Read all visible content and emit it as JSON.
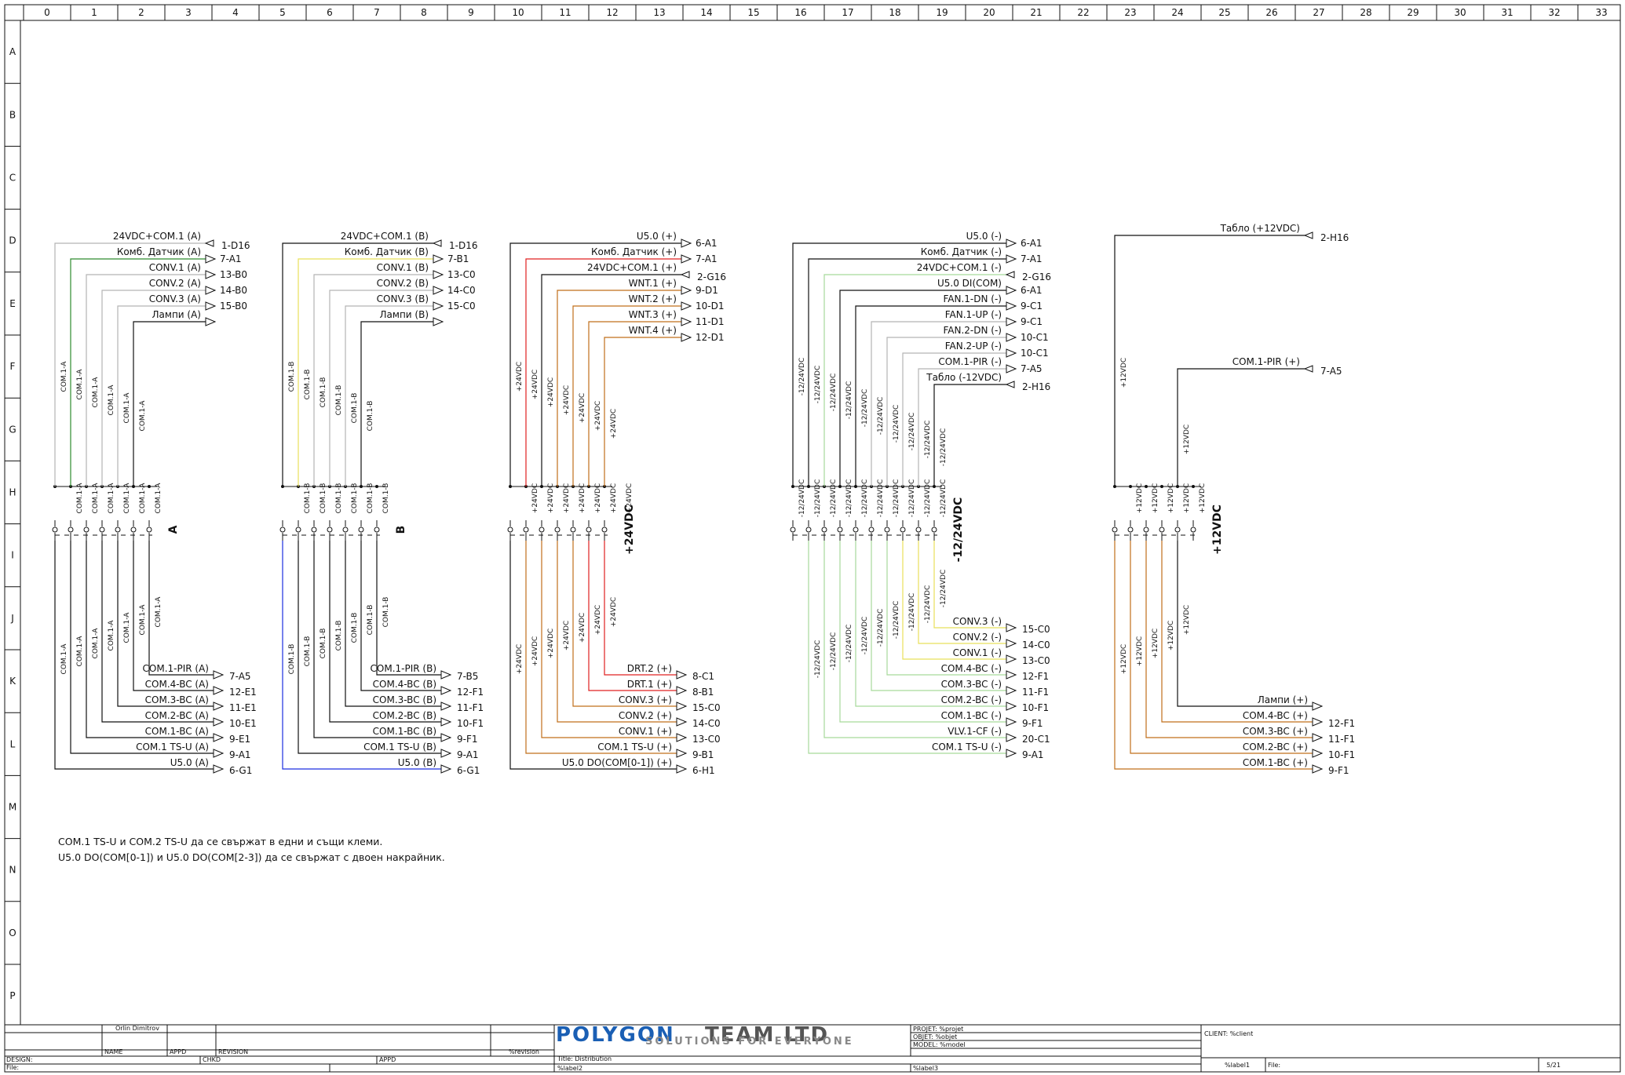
{
  "frame": {
    "columns": [
      "0",
      "1",
      "2",
      "3",
      "4",
      "5",
      "6",
      "7",
      "8",
      "9",
      "10",
      "11",
      "12",
      "13",
      "14",
      "15",
      "16",
      "17",
      "18",
      "19",
      "20",
      "21",
      "22",
      "23",
      "24",
      "25",
      "26",
      "27",
      "28",
      "29",
      "30",
      "31",
      "32",
      "33"
    ],
    "rows": [
      "A",
      "B",
      "C",
      "D",
      "E",
      "F",
      "G",
      "H",
      "I",
      "J",
      "K",
      "L",
      "M",
      "N",
      "O",
      "P"
    ]
  },
  "colors": {
    "black": "#111111",
    "gray": "#b4b4b4",
    "green": "#2e8b2e",
    "lightgreen": "#a6d99b",
    "yellow": "#e8e05a",
    "blue": "#1c2ee0",
    "red": "#e02020",
    "orange": "#c06f1a"
  },
  "groups": [
    {
      "id": "A",
      "label": "A",
      "wire_label": "COM.1-A",
      "top": [
        {
          "text": "24VDC+COM.1 (A)",
          "ref": "1-D16",
          "color": "gray",
          "dir": "in"
        },
        {
          "text": "Комб. Датчик (A)",
          "ref": "7-A1",
          "color": "green",
          "dir": "out"
        },
        {
          "text": "CONV.1 (A)",
          "ref": "13-B0",
          "color": "gray",
          "dir": "out"
        },
        {
          "text": "CONV.2 (A)",
          "ref": "14-B0",
          "color": "gray",
          "dir": "out"
        },
        {
          "text": "CONV.3 (A)",
          "ref": "15-B0",
          "color": "gray",
          "dir": "out"
        },
        {
          "text": "Лампи (A)",
          "ref": "",
          "color": "black",
          "dir": "out"
        }
      ],
      "bottom": [
        {
          "text": "COM.1-PIR (A)",
          "ref": "7-A5",
          "color": "black",
          "dir": "out"
        },
        {
          "text": "COM.4-BC (A)",
          "ref": "12-E1",
          "color": "black",
          "dir": "out"
        },
        {
          "text": "COM.3-BC (A)",
          "ref": "11-E1",
          "color": "black",
          "dir": "out"
        },
        {
          "text": "COM.2-BC (A)",
          "ref": "10-E1",
          "color": "black",
          "dir": "out"
        },
        {
          "text": "COM.1-BC (A)",
          "ref": "9-E1",
          "color": "black",
          "dir": "out"
        },
        {
          "text": "COM.1 TS-U (A)",
          "ref": "9-A1",
          "color": "black",
          "dir": "out"
        },
        {
          "text": "U5.0 (A)",
          "ref": "6-G1",
          "color": "black",
          "dir": "out"
        }
      ]
    },
    {
      "id": "B",
      "label": "B",
      "wire_label": "COM.1-B",
      "top": [
        {
          "text": "24VDC+COM.1 (B)",
          "ref": "1-D16",
          "color": "black",
          "dir": "in"
        },
        {
          "text": "Комб. Датчик (B)",
          "ref": "7-B1",
          "color": "yellow",
          "dir": "out"
        },
        {
          "text": "CONV.1 (B)",
          "ref": "13-C0",
          "color": "gray",
          "dir": "out"
        },
        {
          "text": "CONV.2 (B)",
          "ref": "14-C0",
          "color": "gray",
          "dir": "out"
        },
        {
          "text": "CONV.3 (B)",
          "ref": "15-C0",
          "color": "gray",
          "dir": "out"
        },
        {
          "text": "Лампи (B)",
          "ref": "",
          "color": "black",
          "dir": "out"
        }
      ],
      "bottom": [
        {
          "text": "COM.1-PIR (B)",
          "ref": "7-B5",
          "color": "black",
          "dir": "out"
        },
        {
          "text": "COM.4-BC (B)",
          "ref": "12-F1",
          "color": "black",
          "dir": "out"
        },
        {
          "text": "COM.3-BC (B)",
          "ref": "11-F1",
          "color": "black",
          "dir": "out"
        },
        {
          "text": "COM.2-BC (B)",
          "ref": "10-F1",
          "color": "black",
          "dir": "out"
        },
        {
          "text": "COM.1-BC (B)",
          "ref": "9-F1",
          "color": "black",
          "dir": "out"
        },
        {
          "text": "COM.1 TS-U (B)",
          "ref": "9-A1",
          "color": "black",
          "dir": "out"
        },
        {
          "text": "U5.0 (B)",
          "ref": "6-G1",
          "color": "blue",
          "dir": "out"
        }
      ]
    },
    {
      "id": "P24",
      "label": "+24VDC",
      "wire_label": "+24VDC",
      "top": [
        {
          "text": "U5.0 (+)",
          "ref": "6-A1",
          "color": "black",
          "dir": "out"
        },
        {
          "text": "Комб. Датчик (+)",
          "ref": "7-A1",
          "color": "red",
          "dir": "out"
        },
        {
          "text": "24VDC+COM.1 (+)",
          "ref": "2-G16",
          "color": "black",
          "dir": "in"
        },
        {
          "text": "WNT.1 (+)",
          "ref": "9-D1",
          "color": "orange",
          "dir": "out"
        },
        {
          "text": "WNT.2 (+)",
          "ref": "10-D1",
          "color": "orange",
          "dir": "out"
        },
        {
          "text": "WNT.3 (+)",
          "ref": "11-D1",
          "color": "orange",
          "dir": "out"
        },
        {
          "text": "WNT.4 (+)",
          "ref": "12-D1",
          "color": "orange",
          "dir": "out"
        }
      ],
      "bottom": [
        {
          "text": "DRT.2 (+)",
          "ref": "8-C1",
          "color": "red",
          "dir": "out"
        },
        {
          "text": "DRT.1 (+)",
          "ref": "8-B1",
          "color": "red",
          "dir": "out"
        },
        {
          "text": "CONV.3 (+)",
          "ref": "15-C0",
          "color": "orange",
          "dir": "out"
        },
        {
          "text": "CONV.2 (+)",
          "ref": "14-C0",
          "color": "orange",
          "dir": "out"
        },
        {
          "text": "CONV.1 (+)",
          "ref": "13-C0",
          "color": "orange",
          "dir": "out"
        },
        {
          "text": "COM.1 TS-U (+)",
          "ref": "9-B1",
          "color": "orange",
          "dir": "out"
        },
        {
          "text": "U5.0 DO(COM[0-1]) (+)",
          "ref": "6-H1",
          "color": "black",
          "dir": "out"
        }
      ]
    },
    {
      "id": "M12",
      "label": "-12/24VDC",
      "wire_label": "-12/24VDC",
      "top": [
        {
          "text": "U5.0 (-)",
          "ref": "6-A1",
          "color": "black",
          "dir": "out"
        },
        {
          "text": "Комб. Датчик (-)",
          "ref": "7-A1",
          "color": "black",
          "dir": "out"
        },
        {
          "text": "24VDC+COM.1 (-)",
          "ref": "2-G16",
          "color": "lightgreen",
          "dir": "in"
        },
        {
          "text": "U5.0 DI(COM)",
          "ref": "6-A1",
          "color": "black",
          "dir": "out"
        },
        {
          "text": "FAN.1-DN (-)",
          "ref": "9-C1",
          "color": "black",
          "dir": "out"
        },
        {
          "text": "FAN.1-UP (-)",
          "ref": "9-C1",
          "color": "gray",
          "dir": "out"
        },
        {
          "text": "FAN.2-DN (-)",
          "ref": "10-C1",
          "color": "gray",
          "dir": "out"
        },
        {
          "text": "FAN.2-UP (-)",
          "ref": "10-C1",
          "color": "gray",
          "dir": "out"
        },
        {
          "text": "COM.1-PIR (-)",
          "ref": "7-A5",
          "color": "gray",
          "dir": "out"
        },
        {
          "text": "Табло (-12VDC)",
          "ref": "2-H16",
          "color": "black",
          "dir": "in"
        }
      ],
      "bottom": [
        {
          "text": "CONV.3 (-)",
          "ref": "15-C0",
          "color": "yellow",
          "dir": "out"
        },
        {
          "text": "CONV.2 (-)",
          "ref": "14-C0",
          "color": "yellow",
          "dir": "out"
        },
        {
          "text": "CONV.1 (-)",
          "ref": "13-C0",
          "color": "yellow",
          "dir": "out"
        },
        {
          "text": "COM.4-BC (-)",
          "ref": "12-F1",
          "color": "lightgreen",
          "dir": "out"
        },
        {
          "text": "COM.3-BC (-)",
          "ref": "11-F1",
          "color": "lightgreen",
          "dir": "out"
        },
        {
          "text": "COM.2-BC (-)",
          "ref": "10-F1",
          "color": "lightgreen",
          "dir": "out"
        },
        {
          "text": "COM.1-BC (-)",
          "ref": "9-F1",
          "color": "lightgreen",
          "dir": "out"
        },
        {
          "text": "VLV.1-CF (-)",
          "ref": "20-C1",
          "color": "lightgreen",
          "dir": "out"
        },
        {
          "text": "COM.1 TS-U (-)",
          "ref": "9-A1",
          "color": "lightgreen",
          "dir": "out"
        }
      ]
    },
    {
      "id": "P12",
      "label": "+12VDC",
      "wire_label": "+12VDC",
      "top": [
        {
          "text": "Табло (+12VDC)",
          "ref": "2-H16",
          "color": "black",
          "dir": "in"
        },
        {
          "text": "COM.1-PIR (+)",
          "ref": "7-A5",
          "color": "black",
          "dir": "in"
        }
      ],
      "bottom": [
        {
          "text": "Лампи (+)",
          "ref": "",
          "color": "black",
          "dir": "out"
        },
        {
          "text": "COM.4-BC (+)",
          "ref": "12-F1",
          "color": "orange",
          "dir": "out"
        },
        {
          "text": "COM.3-BC (+)",
          "ref": "11-F1",
          "color": "orange",
          "dir": "out"
        },
        {
          "text": "COM.2-BC (+)",
          "ref": "10-F1",
          "color": "orange",
          "dir": "out"
        },
        {
          "text": "COM.1-BC (+)",
          "ref": "9-F1",
          "color": "orange",
          "dir": "out"
        }
      ]
    }
  ],
  "notes": [
    "COM.1 TS-U и COM.2 TS-U да се свържат в едни и същи клеми.",
    "U5.0 DO(COM[0-1]) и U5.0 DO(COM[2-3]) да се свържат с двоен накрайник."
  ],
  "title_block": {
    "name_value": "Orlin Dimitrov",
    "hdr_name": "NAME",
    "hdr_appd": "APPD",
    "hdr_revision": "REVISION",
    "revision_placeholder": "%revision",
    "design": "DESIGN:",
    "chkd": "CHKD",
    "appd2": "APPD",
    "file": "File:",
    "logo_main_a": "POLYGON",
    "logo_main_b": "TEAM LTD",
    "logo_sub": "SOLUTIONS FOR EVERYONE",
    "project": "PROJET:  %projet",
    "objet": "OBJET:  %objet",
    "model": "MODEL:  %model",
    "title": "Title:  Distribution",
    "label2": "%label2",
    "label3": "%label3",
    "client": "CLIENT:  %client",
    "label1": "%label1",
    "file2": "File:",
    "page": "5/21"
  }
}
